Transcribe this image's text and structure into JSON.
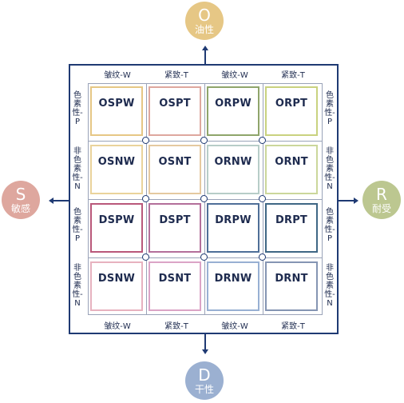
{
  "badges": {
    "top": {
      "letter": "O",
      "word": "油性",
      "color": "#e6c785"
    },
    "bottom": {
      "letter": "D",
      "word": "干性",
      "color": "#9bb0d1"
    },
    "left": {
      "letter": "S",
      "word": "敏感",
      "color": "#dea79e"
    },
    "right": {
      "letter": "R",
      "word": "耐受",
      "color": "#bcc790"
    }
  },
  "column_labels": [
    "皱纹-W",
    "紧致-T",
    "皱纹-W",
    "紧致-T"
  ],
  "row_labels": [
    "色素性-P",
    "非色素性-N",
    "色素性-P",
    "非色素性-N"
  ],
  "cells": [
    {
      "label": "OSPW",
      "color": "#e6c785"
    },
    {
      "label": "OSPT",
      "color": "#dea79e"
    },
    {
      "label": "ORPW",
      "color": "#8fa56b"
    },
    {
      "label": "ORPT",
      "color": "#c9d27f"
    },
    {
      "label": "OSNW",
      "color": "#ead39b"
    },
    {
      "label": "OSNT",
      "color": "#e5c9a0"
    },
    {
      "label": "ORNW",
      "color": "#b7cdc8"
    },
    {
      "label": "ORNT",
      "color": "#cbd79b"
    },
    {
      "label": "DSPW",
      "color": "#b9587a"
    },
    {
      "label": "DSPT",
      "color": "#b36f9a"
    },
    {
      "label": "DRPW",
      "color": "#4f6f98"
    },
    {
      "label": "DRPT",
      "color": "#3f6785"
    },
    {
      "label": "DSNW",
      "color": "#e7b2bf"
    },
    {
      "label": "DSNT",
      "color": "#dba4c6"
    },
    {
      "label": "DRNW",
      "color": "#98b0d3"
    },
    {
      "label": "DRNT",
      "color": "#8595b3"
    }
  ]
}
